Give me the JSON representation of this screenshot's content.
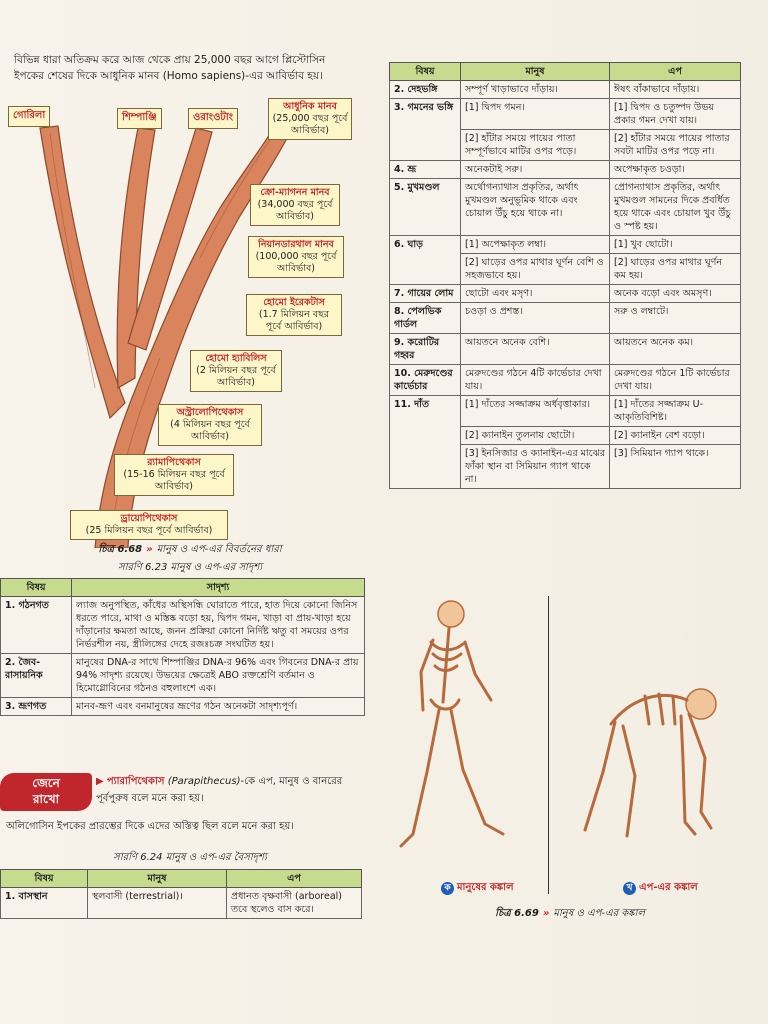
{
  "intro": {
    "line1": "বিভিন্ন ধারা অতিক্রম করে আজ থেকে প্রায় 25,000 বছর আগে প্লিস্টোসিন",
    "line2": "ইপকের শেষের দিকে আধুনিক মানব (Homo sapiens)-এর আবির্ভাব হয়।"
  },
  "tree": {
    "tips": [
      "গোরিলা",
      "শিম্পাঞ্জি",
      "ওরাংওটাং"
    ],
    "stages": [
      {
        "name": "আধুনিক মানব",
        "detail": "(25,000 বছর পূর্বে আবির্ভাব)"
      },
      {
        "name": "ক্রো-ম্যাগনন মানব",
        "detail": "(34,000 বছর পূর্বে আবির্ভাব)"
      },
      {
        "name": "নিয়ানডারথাল মানব",
        "detail": "(100,000 বছর পূর্বে আবির্ভাব)"
      },
      {
        "name": "হোমো ইরেকটাস",
        "detail": "(1.7 মিলিয়ন বছর পূর্বে আবির্ভাব)"
      },
      {
        "name": "হোমো হ্যাবিলিস",
        "detail": "(2 মিলিয়ন বছর পূর্বে আবির্ভাব)"
      },
      {
        "name": "অস্ট্রালোপিথেকাস",
        "detail": "(4 মিলিয়ন বছর পূর্বে আবির্ভাব)"
      },
      {
        "name": "র‍্যামাপিথেকাস",
        "detail": "(15-16 মিলিয়ন বছর পূর্বে আবির্ভাব)"
      },
      {
        "name": "ড্রায়োপিথেকাস",
        "detail": "(25 মিলিয়ন বছর পূর্বে আবির্ভাব)"
      }
    ]
  },
  "fig668": {
    "num": "চিত্র 6.68",
    "text": "মানুষ ও এপ-এর বিবর্তনের ধারা"
  },
  "table623": {
    "caption": "সারণি 6.23  মানুষ ও এপ-এর সাদৃশ্য",
    "headers": [
      "বিষয়",
      "সাদৃশ্য"
    ],
    "rows": [
      {
        "key": "1. গঠনগত",
        "val": "ল্যাজ অনুপস্থিত, কাঁধের অস্থিসন্ধি ঘোরাতে পারে, হাত দিয়ে কোনো জিনিস ধরতে পারে, মাথা ও মস্তিষ্ক বড়ো হয়, দ্বিপদ গমন, খাড়া বা প্রায়-খাড়া হয়ে দাঁড়ানোর ক্ষমতা আছে, জনন প্রক্রিয়া কোনো নির্দিষ্ট ঋতু বা সময়ের ওপর নির্ভরশীল নয়, স্ত্রীলিঙ্গের দেহে রজঃচক্র সংঘটিত হয়।"
      },
      {
        "key": "2. জৈব-রাসায়নিক",
        "val": "মানুষের DNA-র সাথে শিম্পাঞ্জির DNA-র 96% এবং গিবনের DNA-র প্রায় 94% সাদৃশ্য রয়েছে। উভয়ের ক্ষেত্রেই ABO রক্তশ্রেণি বর্তমান ও হিমোগ্লোবিনের গঠনও বহুলাংশে এক।"
      },
      {
        "key": "3. ভ্রূণগত",
        "val": "মানব-ভ্রূণ এবং বনমানুষের ভ্রূণের গঠন অনেকটা সাদৃশ্যপূর্ণ।"
      }
    ]
  },
  "know": {
    "badge_line1": "জেনে",
    "badge_line2": "রাখো",
    "title": "প্যারাপিথেকাস",
    "latin": "(Parapithecus)",
    "text1": "-কে এপ, মানুষ ও বানরের পূর্বপুরুষ বলে মনে করা হয়।",
    "text2": "অলিগোসিন ইপকের প্রারম্ভের দিকে এদের অস্তিত্ব ছিল বলে মনে করা হয়।"
  },
  "table624": {
    "caption": "সারণি 6.24  মানুষ ও এপ-এর বৈসাদৃশ্য",
    "headers": [
      "বিষয়",
      "মানুষ",
      "এপ"
    ],
    "row1": {
      "key": "1. বাসস্থান",
      "human": "স্থলবাসী (terrestrial)।",
      "ape": "প্রধানত বৃক্ষবাসী (arboreal) তবে স্থলেও বাস করে।"
    }
  },
  "right_table": {
    "headers": [
      "বিষয়",
      "মানুষ",
      "এপ"
    ],
    "rows": [
      {
        "key": "2. দেহভঙ্গি",
        "human": [
          "সম্পূর্ণ খাড়াভাবে দাঁড়ায়।"
        ],
        "ape": [
          "ঈষৎ বাঁকাভাবে দাঁড়ায়।"
        ]
      },
      {
        "key": "3. গমনের ভঙ্গি",
        "human": [
          "[1] দ্বিপদ গমন।",
          "[2] হাঁটার সময়ে পায়ের পাতা সম্পূর্ণভাবে মাটির ওপর পড়ে।"
        ],
        "ape": [
          "[1] দ্বিপদ ও চতুষ্পদ উভয় প্রকার গমন দেখা যায়।",
          "[2] হাঁটার সময়ে পায়ের পাতার সবটা মাটির ওপর পড়ে না।"
        ]
      },
      {
        "key": "4. ভ্রূ",
        "human": [
          "অনেকটাই সরু।"
        ],
        "ape": [
          "অপেক্ষাকৃত চওড়া।"
        ]
      },
      {
        "key": "5. মুখমণ্ডল",
        "human": [
          "অর্থোগন্যাথাস প্রকৃতির, অর্থাৎ মুখমণ্ডল অনুভূমিক থাকে এবং চোয়াল উঁচু হয়ে থাকে না।"
        ],
        "ape": [
          "প্রোগন্যাথাস প্রকৃতির, অর্থাৎ মুখমণ্ডল সামনের দিকে প্রবর্ধিত হয়ে থাকে এবং চোয়াল খুব উঁচু ও স্পষ্ট হয়।"
        ]
      },
      {
        "key": "6. ঘাড়",
        "human": [
          "[1] অপেক্ষাকৃত লম্বা।",
          "[2] ঘাড়ের ওপর মাথার ঘূর্ণন বেশি ও সহজভাবে হয়।"
        ],
        "ape": [
          "[1] খুব ছোটো।",
          "[2] ঘাড়ের ওপর মাথার ঘূর্ণন কম হয়।"
        ]
      },
      {
        "key": "7. গায়ের লোম",
        "human": [
          "ছোটো এবং মসৃণ।"
        ],
        "ape": [
          "অনেক বড়ো এবং অমসৃণ।"
        ]
      },
      {
        "key": "8. পেলভিক গার্ডল",
        "human": [
          "চওড়া ও প্রশস্ত।"
        ],
        "ape": [
          "সরু ও লম্বাটে।"
        ]
      },
      {
        "key": "9. করোটির গহ্বর",
        "human": [
          "আয়তনে অনেক বেশি।"
        ],
        "ape": [
          "আয়তনে অনেক কম।"
        ]
      },
      {
        "key": "10. মেরুদণ্ডের কার্ভেচার",
        "human": [
          "মেরুদণ্ডের গঠনে 4টি কার্ভেচার দেখা যায়।"
        ],
        "ape": [
          "মেরুদণ্ডের গঠনে 1টি কার্ভেচার দেখা যায়।"
        ]
      },
      {
        "key": "11. দাঁত",
        "human": [
          "[1] দাঁতের সজ্জাক্রম অর্ধবৃত্তাকার।",
          "[2] ক্যানাইন তুলনায় ছোটো।",
          "[3] ইনসিজার ও ক্যানাইন-এর মাঝের ফাঁকা স্থান বা সিমিয়ান গ্যাপ থাকে না।"
        ],
        "ape": [
          "[1] দাঁতের সজ্জাক্রম U-আকৃতিবিশিষ্ট।",
          "[2] ক্যানাইন বেশ বড়ো।",
          "[3] সিমিয়ান গ্যাপ থাকে।"
        ]
      }
    ]
  },
  "skeleton": {
    "human_mark": "ক",
    "human_label": "মানুষের কঙ্কাল",
    "ape_mark": "খ",
    "ape_label": "এপ-এর কঙ্কাল"
  },
  "fig669": {
    "num": "চিত্র 6.69",
    "text": "মানুষ ও এপ-এর কঙ্কাল"
  }
}
